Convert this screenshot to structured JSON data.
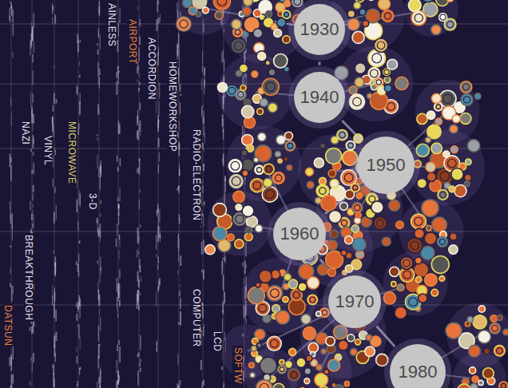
{
  "diagram": {
    "nodes": [
      {
        "text": [
          "1930"
        ]
      },
      {
        "text": [
          "1940"
        ]
      },
      {
        "text": [
          "1950"
        ]
      },
      {
        "text": [
          "1960"
        ]
      },
      {
        "text": [
          "1970"
        ]
      },
      {
        "text": [
          "1980"
        ]
      }
    ],
    "edges": [
      {
        "from": 0,
        "to": 1,
        "arrow": "none"
      },
      {
        "from": 1,
        "to": 2,
        "arrow": "none"
      },
      {
        "from": 2,
        "to": 3,
        "arrow": "none"
      },
      {
        "from": 3,
        "to": 4,
        "arrow": "none"
      },
      {
        "from": 4,
        "to": 5,
        "arrow": "none"
      }
    ],
    "labels": [
      "AINLESS",
      "AIRPORT",
      "ACCORDION",
      "HOMEWORKSHOP",
      "RADIO-ELECTRON",
      "NAZI",
      "VINYL",
      "MICROWAVE",
      "3-D",
      "BREAKTHROUGH",
      "DATSUN",
      "COMPUTER",
      "LCD",
      "SOFTW"
    ]
  }
}
